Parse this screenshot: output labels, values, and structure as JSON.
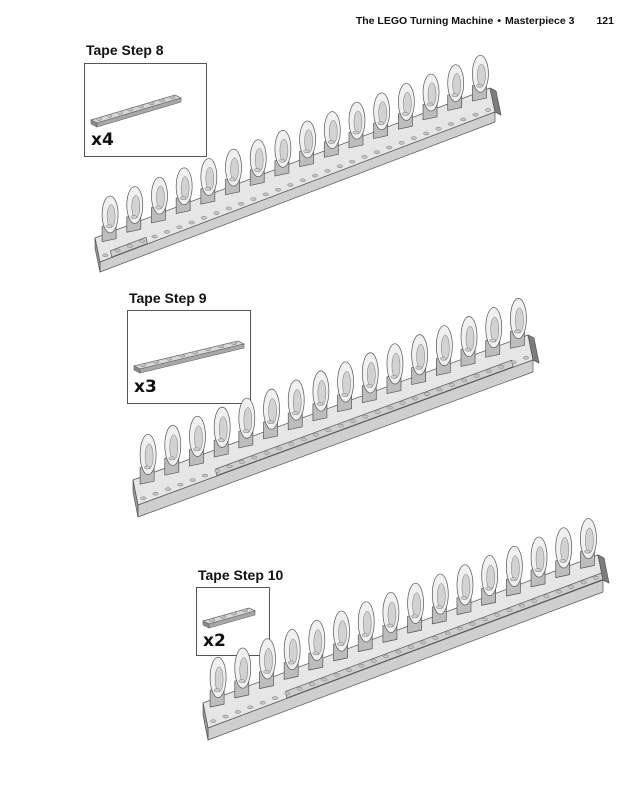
{
  "header": {
    "chapter": "The LEGO Turning Machine",
    "bullet": "•",
    "section": "Masterpiece 3",
    "page_number": "121"
  },
  "steps": [
    {
      "title": "Tape Step 8",
      "part_quantity": "x4"
    },
    {
      "title": "Tape Step 9",
      "part_quantity": "x3"
    },
    {
      "title": "Tape Step 10",
      "part_quantity": "x2"
    }
  ],
  "colors": {
    "plate_light": "#e6e6e6",
    "plate_mid": "#cfcfcf",
    "plate_dark": "#9c9c9c",
    "plate_darker": "#7d7d7d",
    "outline": "#555555"
  }
}
